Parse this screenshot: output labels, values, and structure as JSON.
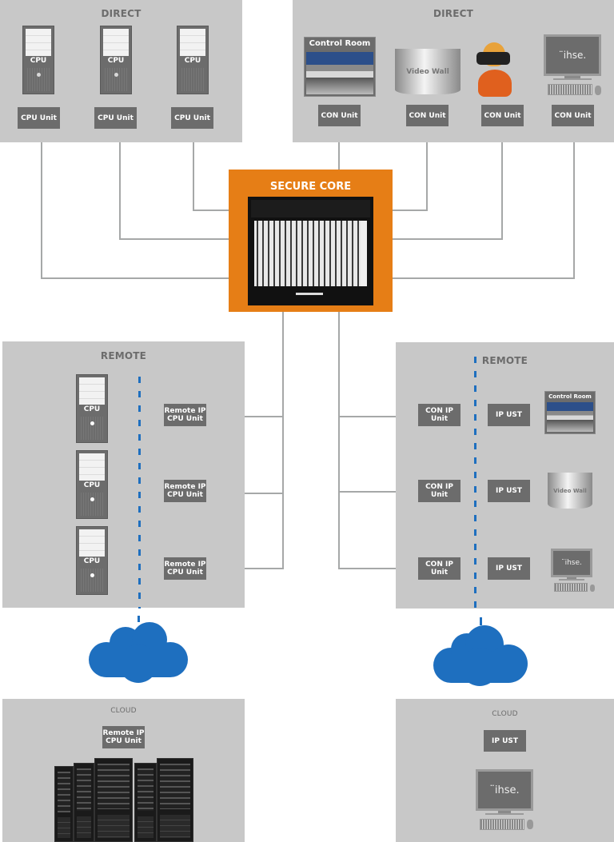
{
  "direct_left": {
    "title": "DIRECT",
    "cpus": [
      {
        "label": "CPU",
        "unit": "CPU Unit"
      },
      {
        "label": "CPU",
        "unit": "CPU Unit"
      },
      {
        "label": "CPU",
        "unit": "CPU Unit"
      }
    ]
  },
  "direct_right": {
    "title": "DIRECT",
    "consoles": [
      {
        "device": "control-room",
        "device_label": "Control Room",
        "unit": "CON Unit"
      },
      {
        "device": "video-wall",
        "device_label": "Video Wall",
        "unit": "CON Unit"
      },
      {
        "device": "vr-headset",
        "device_label": "",
        "unit": "CON Unit"
      },
      {
        "device": "workstation",
        "device_label": "¨ihse.",
        "unit": "CON Unit"
      }
    ]
  },
  "core": {
    "title": "SECURE CORE"
  },
  "remote_left": {
    "title": "REMOTE",
    "rows": [
      {
        "cpu": "CPU",
        "unit": "Remote IP\nCPU Unit"
      },
      {
        "cpu": "CPU",
        "unit": "Remote IP\nCPU Unit"
      },
      {
        "cpu": "CPU",
        "unit": "Remote IP\nCPU Unit"
      }
    ]
  },
  "remote_right": {
    "title": "REMOTE",
    "rows": [
      {
        "con": "CON IP\nUnit",
        "ust": "IP UST",
        "device": "control-room",
        "device_label": "Control Room"
      },
      {
        "con": "CON IP\nUnit",
        "ust": "IP UST",
        "device": "video-wall",
        "device_label": "Video Wall"
      },
      {
        "con": "CON IP\nUnit",
        "ust": "IP UST",
        "device": "workstation",
        "device_label": "¨ihse."
      }
    ]
  },
  "cloud_left": {
    "title": "CLOUD",
    "unit": "Remote IP\nCPU Unit"
  },
  "cloud_right": {
    "title": "CLOUD",
    "unit": "IP UST",
    "device_label": "¨ihse."
  },
  "colors": {
    "panel": "#c8c8c8",
    "unit": "#6c6c6c",
    "core": "#e67e16",
    "cloud": "#1e6fbf",
    "line": "#a6a8a8"
  }
}
